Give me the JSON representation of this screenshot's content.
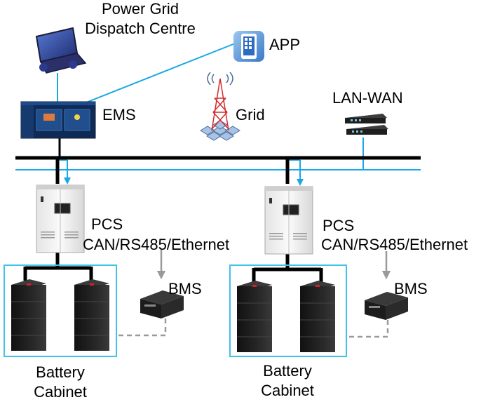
{
  "labels": {
    "dispatch_line1": "Power Grid",
    "dispatch_line2": "Dispatch Centre",
    "app": "APP",
    "ems": "EMS",
    "grid": "Grid",
    "lan_wan": "LAN-WAN",
    "pcs": "PCS",
    "comm": "CAN/RS485/Ethernet",
    "bms": "BMS",
    "battery_line1": "Battery",
    "battery_line2": "Cabinet"
  },
  "colors": {
    "power_line": "#000000",
    "comm_line": "#1aa7e6",
    "bms_link": "#9a9a9a",
    "cabinet_frame": "#3fc3e8",
    "pcs_body": "#f2f2f2",
    "battery_body": "#222222",
    "accent_red": "#d0202a"
  },
  "icons": {
    "dispatch": "laptop-icon",
    "app": "smartphone-icon",
    "ems": "ems-screen-icon",
    "grid": "transmission-tower-icon",
    "lan_wan": "network-switch-icon",
    "pcs": "pcs-cabinet-icon",
    "battery": "battery-rack-icon",
    "bms": "bms-module-icon"
  }
}
